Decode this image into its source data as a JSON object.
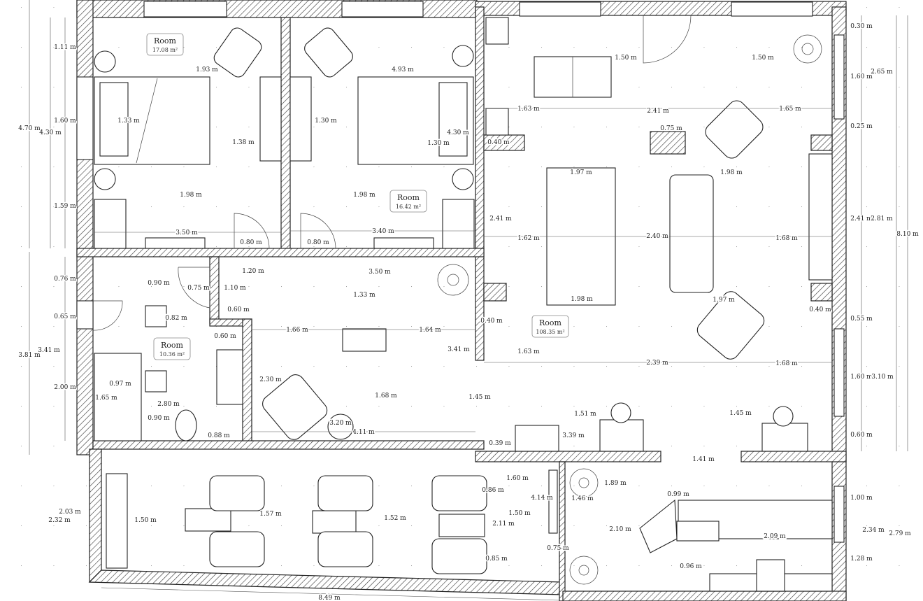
{
  "rooms": [
    {
      "name": "Room",
      "area": "17.08 m²"
    },
    {
      "name": "Room",
      "area": "16.42 m²"
    },
    {
      "name": "Room",
      "area": "10.36 m²"
    },
    {
      "name": "Room",
      "area": "108.35 m²"
    }
  ],
  "dimensions": [
    "4.70 m",
    "4.30 m",
    "1.11 m",
    "1.60 m",
    "1.59 m",
    "1.93 m",
    "1.33 m",
    "1.38 m",
    "1.98 m",
    "3.50 m",
    "0.80 m",
    "4.93 m",
    "1.30 m",
    "1.30 m",
    "4.30 m",
    "1.98 m",
    "3.40 m",
    "0.80 m",
    "1.50 m",
    "1.50 m",
    "0.30 m",
    "2.65 m",
    "1.60 m",
    "0.25 m",
    "1.63 m",
    "2.41 m",
    "1.65 m",
    "0.75 m",
    "0.40 m",
    "1.97 m",
    "1.98 m",
    "2.41 m",
    "1.62 m",
    "2.40 m",
    "1.68 m",
    "2.41 m",
    "2.81 m",
    "8.10 m",
    "1.98 m",
    "1.97 m",
    "0.40 m",
    "0.40 m",
    "0.55 m",
    "1.63 m",
    "2.39 m",
    "1.68 m",
    "1.60 m",
    "3.10 m",
    "1.51 m",
    "1.45 m",
    "3.39 m",
    "0.39 m",
    "0.60 m",
    "1.41 m",
    "0.76 m",
    "0.90 m",
    "0.75 m",
    "1.10 m",
    "1.20 m",
    "3.50 m",
    "0.60 m",
    "0.65 m",
    "0.82 m",
    "1.33 m",
    "0.60 m",
    "1.66 m",
    "1.64 m",
    "3.81 m",
    "3.41 m",
    "3.41 m",
    "2.00 m",
    "0.97 m",
    "1.65 m",
    "2.30 m",
    "2.80 m",
    "1.68 m",
    "1.45 m",
    "0.90 m",
    "3.20 m",
    "0.88 m",
    "4.11 m",
    "1.60 m",
    "1.89 m",
    "0.86 m",
    "4.14 m",
    "1.46 m",
    "0.99 m",
    "1.00 m",
    "2.03 m",
    "2.32 m",
    "1.50 m",
    "1.57 m",
    "1.52 m",
    "1.50 m",
    "2.11 m",
    "2.10 m",
    "2.09 m",
    "2.34 m",
    "2.79 m",
    "0.75 m",
    "0.85 m",
    "0.96 m",
    "1.28 m",
    "8.49 m"
  ],
  "colors": {
    "line": "#222222",
    "background": "#ffffff",
    "grid_dot": "#999999"
  }
}
